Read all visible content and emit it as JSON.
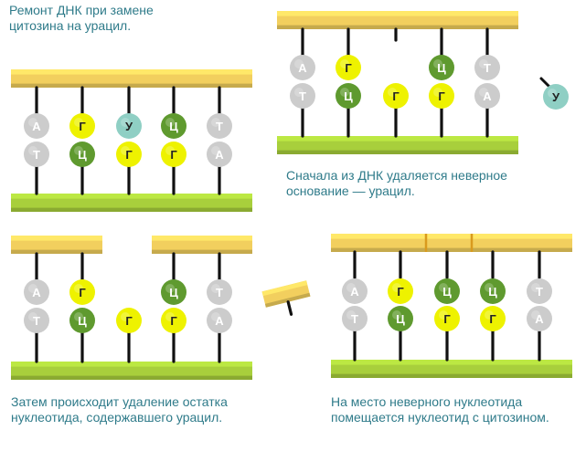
{
  "title_lines": [
    "Ремонт ДНК при замене",
    "цитозина на урацил."
  ],
  "captions": {
    "step1": [
      "Сначала из ДНК удаляется неверное",
      "основание — урацил."
    ],
    "step2": [
      "Затем происходит удаление остатка",
      "нуклеотида, содержавшего урацил."
    ],
    "step3": [
      "На место неверного нуклеотида",
      "помещается нуклеотид с цитозином."
    ]
  },
  "colors": {
    "top_strand": "#f2cf5e",
    "bottom_strand": "#a8cf3c",
    "A": "#3b3f9c",
    "T": "#9a4f9e",
    "Г": "#eef200",
    "Ц": "#5f9a2f",
    "У": "#8fcfc4",
    "caption_text": "#2f7b8a"
  },
  "panels": [
    {
      "id": "panel-1-damaged-dna",
      "top_labels": [
        "А",
        "Г",
        "У",
        "Ц",
        "Т"
      ],
      "bottom_labels": [
        "Т",
        "Ц",
        "Г",
        "Г",
        "А"
      ]
    },
    {
      "id": "panel-2-uracil-removed",
      "top_labels": [
        "А",
        "Г",
        "",
        "Ц",
        "Т"
      ],
      "bottom_labels": [
        "Т",
        "Ц",
        "Г",
        "Г",
        "А"
      ],
      "detached_base": "У"
    },
    {
      "id": "panel-3-nucleotide-removed",
      "top_labels": [
        "А",
        "Г",
        "",
        "Ц",
        "Т"
      ],
      "bottom_labels": [
        "Т",
        "Ц",
        "Г",
        "Г",
        "А"
      ]
    },
    {
      "id": "panel-4-repaired-dna",
      "top_labels": [
        "А",
        "Г",
        "Ц",
        "Ц",
        "Т"
      ],
      "bottom_labels": [
        "Т",
        "Ц",
        "Г",
        "Г",
        "А"
      ]
    }
  ]
}
